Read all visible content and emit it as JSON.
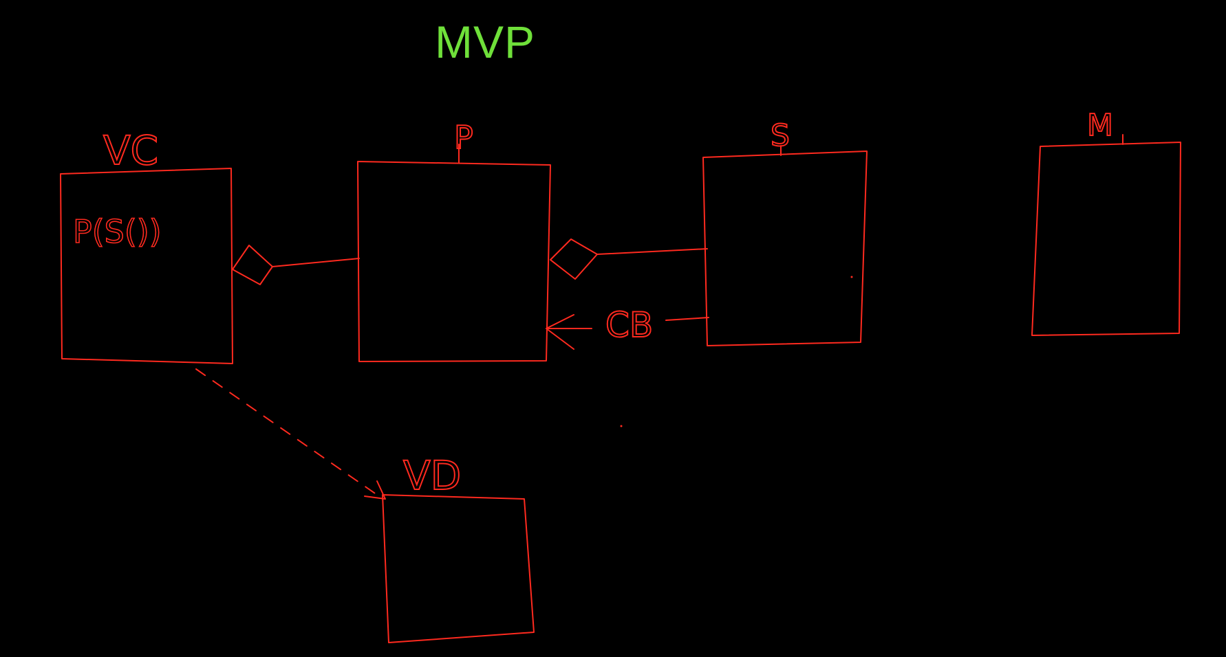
{
  "title": "MVP",
  "colors": {
    "background": "#000000",
    "title": "#6fe03a",
    "ink": "#ff2a1f"
  },
  "nodes": {
    "vc": {
      "label": "VC",
      "inner_text": "P(S())"
    },
    "p": {
      "label": "P"
    },
    "s": {
      "label": "S"
    },
    "m": {
      "label": "M"
    },
    "vd": {
      "label": "VD"
    }
  },
  "edges": {
    "s_to_p": {
      "type": "aggregation"
    },
    "p_to_vc": {
      "type": "aggregation"
    },
    "callback": {
      "label": "CB",
      "direction": "s-to-p"
    },
    "vc_to_vd": {
      "type": "dashed-arrow"
    }
  }
}
